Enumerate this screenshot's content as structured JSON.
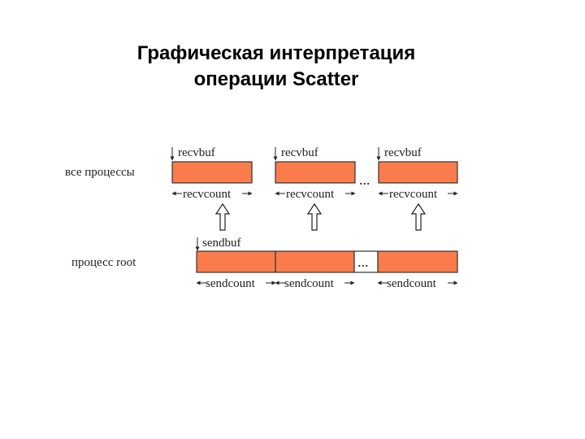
{
  "title": {
    "line1": "Графическая интерпретация",
    "line2": "операции Scatter"
  },
  "diagram": {
    "all_processes_label": "все процессы",
    "root_process_label": "процесс root",
    "recv_buffers": [
      {
        "label": "recvbuf",
        "count_label": "recvcount"
      },
      {
        "label": "recvbuf",
        "count_label": "recvcount"
      },
      {
        "label": "recvbuf",
        "count_label": "recvcount"
      }
    ],
    "send_buffer_label": "sendbuf",
    "send_counts": [
      "sendcount",
      "sendcount",
      "sendcount"
    ],
    "ellipsis": "..."
  }
}
